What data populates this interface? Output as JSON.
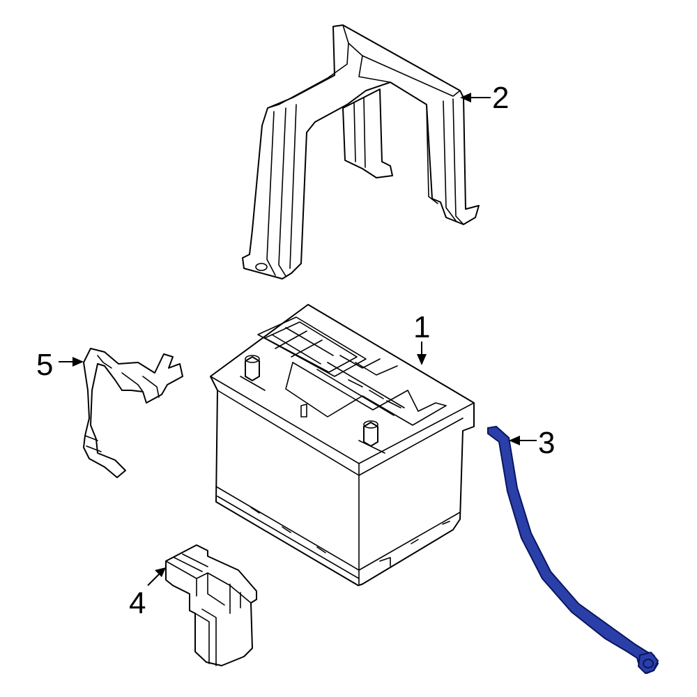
{
  "callouts": {
    "c1": "1",
    "c2": "2",
    "c3": "3",
    "c4": "4",
    "c5": "5"
  },
  "colors": {
    "highlight": "#2b3fa8",
    "highlight_dark": "#0a1460",
    "outline": "#000000"
  }
}
